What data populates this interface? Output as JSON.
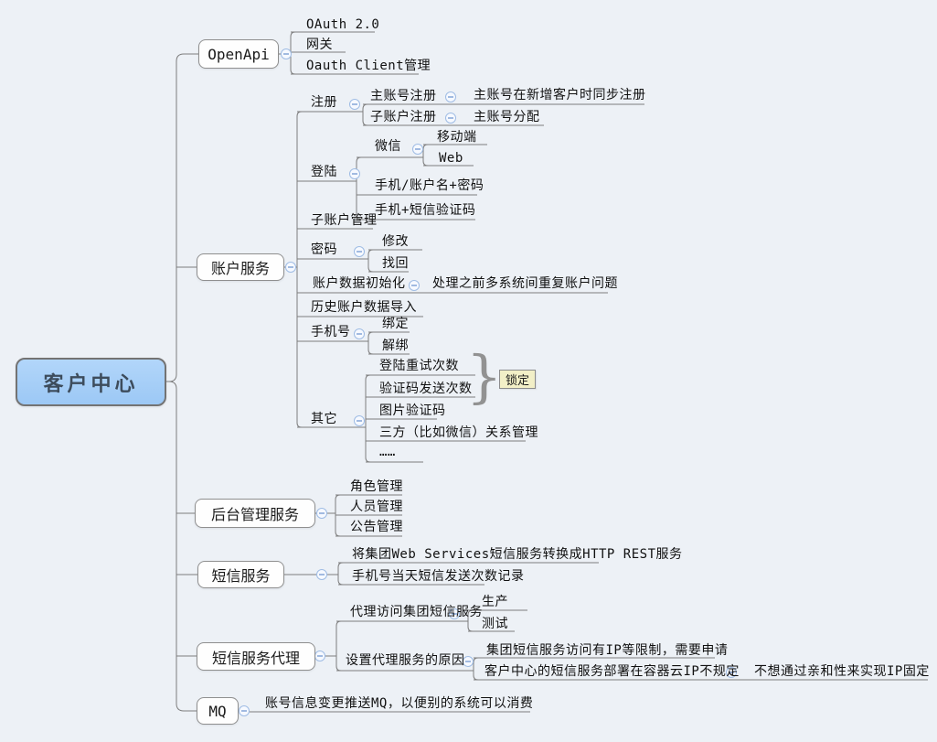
{
  "diagram_type": "mind-map",
  "colors": {
    "background": "#edf1f6",
    "line_color": "#7d7d7d",
    "root_fill_top": "#b2d6fa",
    "root_fill_bottom": "#9cc8f5",
    "root_border": "#737373",
    "branch_fill": "#fefefe",
    "branch_border": "#8f8f8f",
    "callout_fill": "#f2efc7",
    "collapse_icon_border": "#9fbce4",
    "collapse_icon_fill": "#f6f9ff",
    "collapse_icon_minus": "#7da0d4",
    "text_color": "#101010"
  },
  "nodes": {
    "customer_center": "客户中心",
    "openapi": "OpenApi",
    "oauth2": "OAuth 2.0",
    "gateway": "网关",
    "oauthclient": "Oauth Client管理",
    "account": "账户服务",
    "register": "注册",
    "reg_main": "主账号注册",
    "reg_main_note": "主账号在新增客户时同步注册",
    "reg_sub": "子账户注册",
    "reg_sub_note": "主账号分配",
    "login": "登陆",
    "wechat": "微信",
    "wechat_mobile": "移动端",
    "wechat_web": "Web",
    "login_pwd": "手机/账户名+密码",
    "login_sms": "手机+短信验证码",
    "subaccount": "子账户管理",
    "password": "密码",
    "pwd_modify": "修改",
    "pwd_find": "找回",
    "initdata": "账户数据初始化",
    "initdata_note": "处理之前多系统间重复账户问题",
    "history": "历史账户数据导入",
    "phone": "手机号",
    "phone_bind": "绑定",
    "phone_unbind": "解绑",
    "other": "其它",
    "retry": "登陆重试次数",
    "captcha_count": "验证码发送次数",
    "img_captcha": "图片验证码",
    "thirdparty": "三方（比如微信）关系管理",
    "dots": "……",
    "lock": "锁定",
    "admin": "后台管理服务",
    "role": "角色管理",
    "staff": "人员管理",
    "notice": "公告管理",
    "sms": "短信服务",
    "sms_convert": "将集团Web Services短信服务转换成HTTP REST服务",
    "sms_count": "手机号当天短信发送次数记录",
    "smsproxy": "短信服务代理",
    "proxy_access": "代理访问集团短信服务",
    "prod": "生产",
    "test": "测试",
    "proxy_reason": "设置代理服务的原因",
    "reason_ip": "集团短信服务访问有IP等限制，需要申请",
    "reason_cloud": "客户中心的短信服务部署在容器云IP不规定",
    "reason_cloud_note": "不想通过亲和性来实现IP固定",
    "mq": "MQ",
    "mq_note": "账号信息变更推送MQ，以便别的系统可以消费"
  }
}
